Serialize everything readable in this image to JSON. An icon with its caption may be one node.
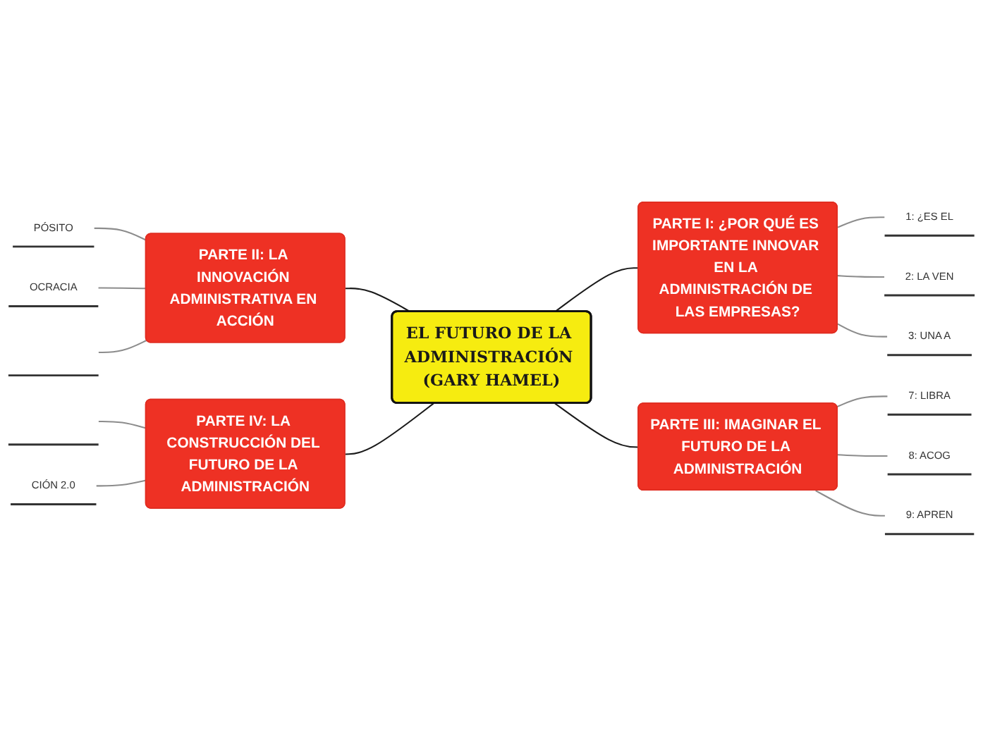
{
  "diagram": {
    "nodes": [
      {
        "text": [
          "EL FUTURO DE LA ADMINISTRACIÓN (GARY HAMEL)"
        ]
      },
      {
        "text": [
          "PARTE I: ¿POR QUÉ ES IMPORTANTE INNOVAR EN LA ADMINISTRACIÓN DE LAS EMPRESAS?"
        ]
      },
      {
        "text": [
          "1: ¿ES EL"
        ]
      },
      {
        "text": [
          "2: LA VEN"
        ]
      },
      {
        "text": [
          "3: UNA A"
        ]
      },
      {
        "text": [
          "PARTE II: LA INNOVACIÓN ADMINISTRATIVA EN ACCIÓN"
        ]
      },
      {
        "text": [
          "PÓSITO"
        ]
      },
      {
        "text": [
          "OCRACIA"
        ]
      },
      {
        "text": [],
        "shape": "bar"
      },
      {
        "text": [
          "PARTE III: IMAGINAR EL FUTURO DE LA ADMINISTRACIÓN"
        ]
      },
      {
        "text": [
          "7: LIBRA"
        ]
      },
      {
        "text": [
          "8: ACOG"
        ]
      },
      {
        "text": [
          "9: APREN"
        ]
      },
      {
        "text": [
          "PARTE IV: LA CONSTRUCCIÓN DEL FUTURO DE LA ADMINISTRACIÓN"
        ]
      },
      {
        "text": [],
        "shape": "bar"
      },
      {
        "text": [
          "CIÓN 2.0"
        ]
      }
    ],
    "edges": [
      {
        "from": 0,
        "to": 1,
        "arrow": "none",
        "color": "#1a1a1a"
      },
      {
        "from": 5,
        "to": 0,
        "arrow": "none",
        "color": "#1a1a1a"
      },
      {
        "from": 0,
        "to": 9,
        "arrow": "none",
        "color": "#1a1a1a"
      },
      {
        "from": 13,
        "to": 0,
        "arrow": "none",
        "color": "#1a1a1a"
      },
      {
        "from": 1,
        "to": 2,
        "arrow": "none"
      },
      {
        "from": 1,
        "to": 3,
        "arrow": "none"
      },
      {
        "from": 1,
        "to": 4,
        "arrow": "none"
      },
      {
        "from": 6,
        "to": 5,
        "arrow": "none"
      },
      {
        "from": 7,
        "to": 5,
        "arrow": "none"
      },
      {
        "from": 8,
        "to": 5,
        "arrow": "none"
      },
      {
        "from": 9,
        "to": 10,
        "arrow": "none"
      },
      {
        "from": 9,
        "to": 11,
        "arrow": "none"
      },
      {
        "from": 9,
        "to": 12,
        "arrow": "none"
      },
      {
        "from": 14,
        "to": 13,
        "arrow": "none"
      },
      {
        "from": 15,
        "to": 13,
        "arrow": "none"
      }
    ]
  }
}
